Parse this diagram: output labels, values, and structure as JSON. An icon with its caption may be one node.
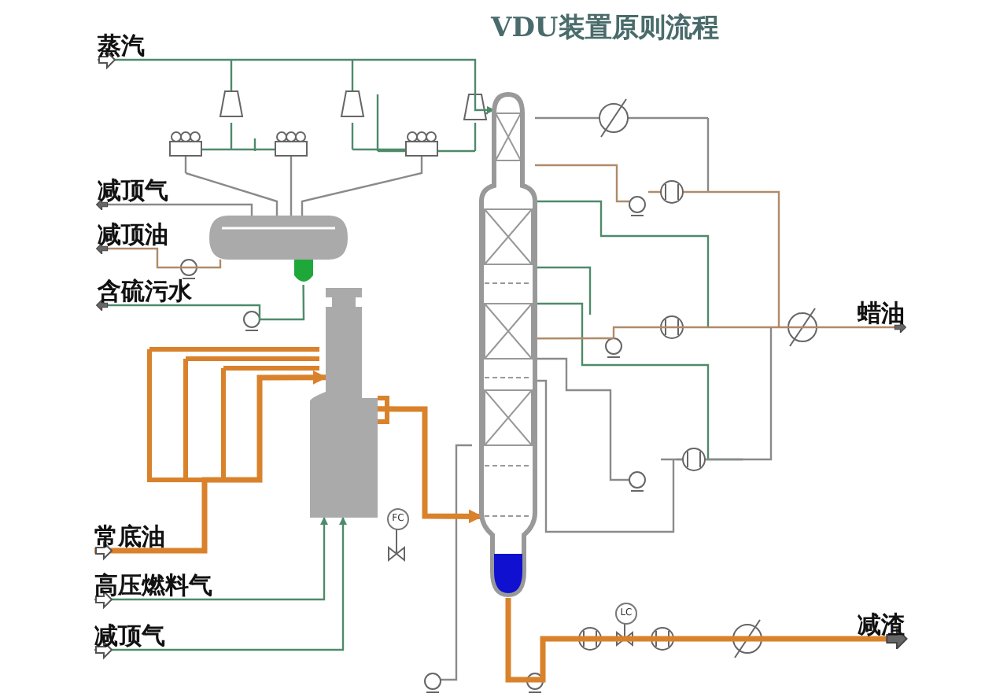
{
  "diagram": {
    "title": "VDU装置原则流程",
    "nodes": [
      {
        "text": [
          "蒸汽"
        ]
      },
      {
        "text": [
          "减顶气"
        ]
      },
      {
        "text": [
          "减顶油"
        ]
      },
      {
        "text": [
          "含硫污水"
        ]
      },
      {
        "text": [
          "常底油"
        ]
      },
      {
        "text": [
          "高压燃料气"
        ]
      },
      {
        "text": [
          "减顶气"
        ]
      },
      {
        "text": [
          "蜡油"
        ]
      },
      {
        "text": [
          "减渣"
        ]
      },
      {
        "text": [],
        "shape": "column"
      },
      {
        "text": [],
        "shape": "furnace"
      },
      {
        "text": [],
        "shape": "drum"
      }
    ],
    "edges": [
      {
        "from": 0,
        "to": 9,
        "arrow": "to",
        "color": "#4e8a6a"
      },
      {
        "from": 11,
        "to": 1,
        "arrow": "to"
      },
      {
        "from": 11,
        "to": 2,
        "arrow": "to",
        "color": "#b08a6a"
      },
      {
        "from": 11,
        "to": 3,
        "arrow": "to",
        "color": "#4e8a6a"
      },
      {
        "from": 4,
        "to": 10,
        "arrow": "to",
        "style": "thick",
        "color": "#d9822b"
      },
      {
        "from": 5,
        "to": 10,
        "arrow": "to",
        "color": "#4e8a6a"
      },
      {
        "from": 6,
        "to": 10,
        "arrow": "to",
        "color": "#4e8a6a"
      },
      {
        "from": 10,
        "to": 9,
        "arrow": "to",
        "style": "thick",
        "color": "#d9822b"
      },
      {
        "from": 9,
        "to": 7,
        "arrow": "to",
        "color": "#b08a6a"
      },
      {
        "from": 9,
        "to": 8,
        "arrow": "to",
        "style": "thick",
        "color": "#d9822b"
      }
    ],
    "labels": [
      "FC",
      "LC"
    ]
  }
}
